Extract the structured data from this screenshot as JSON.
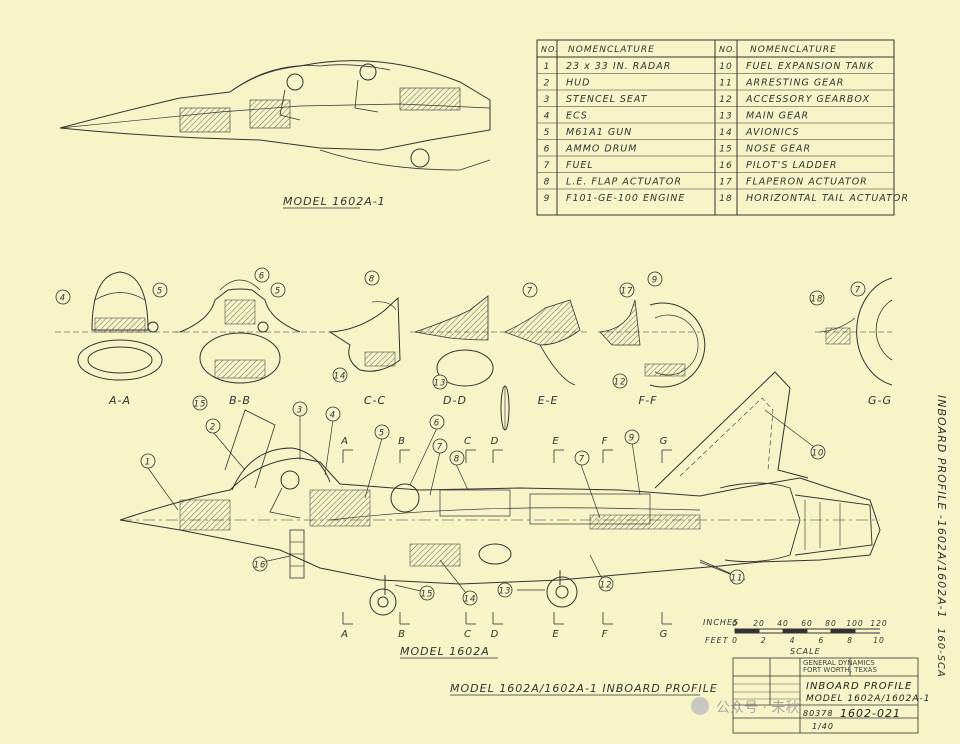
{
  "titles": {
    "model_a1": "MODEL 1602A-1",
    "model_a": "MODEL 1602A",
    "main_caption": "MODEL 1602A/1602A-1 INBOARD PROFILE",
    "side_stamp": "INBOARD PROFILE -1602A/1602A-1",
    "side_code": "160-SCA"
  },
  "legend": {
    "header_no": "NO.",
    "header_nom": "NOMENCLATURE",
    "items": [
      {
        "no": "1",
        "name": "23 x 33 IN. RADAR"
      },
      {
        "no": "2",
        "name": "HUD"
      },
      {
        "no": "3",
        "name": "STENCEL SEAT"
      },
      {
        "no": "4",
        "name": "ECS"
      },
      {
        "no": "5",
        "name": "M61A1 GUN"
      },
      {
        "no": "6",
        "name": "AMMO DRUM"
      },
      {
        "no": "7",
        "name": "FUEL"
      },
      {
        "no": "8",
        "name": "L.E. FLAP ACTUATOR"
      },
      {
        "no": "9",
        "name": "F101-GE-100 ENGINE"
      },
      {
        "no": "10",
        "name": "FUEL EXPANSION TANK"
      },
      {
        "no": "11",
        "name": "ARRESTING GEAR"
      },
      {
        "no": "12",
        "name": "ACCESSORY GEARBOX"
      },
      {
        "no": "13",
        "name": "MAIN GEAR"
      },
      {
        "no": "14",
        "name": "AVIONICS"
      },
      {
        "no": "15",
        "name": "NOSE GEAR"
      },
      {
        "no": "16",
        "name": "PILOT'S LADDER"
      },
      {
        "no": "17",
        "name": "FLAPERON ACTUATOR"
      },
      {
        "no": "18",
        "name": "HORIZONTAL TAIL ACTUATOR"
      }
    ]
  },
  "sections": [
    "A-A",
    "B-B",
    "C-C",
    "D-D",
    "E-E",
    "F-F",
    "G-G"
  ],
  "station_marks": [
    "A",
    "B",
    "C",
    "D",
    "E",
    "F",
    "G"
  ],
  "scale": {
    "inches_label": "INCHES",
    "feet_label": "FEET",
    "inches_ticks": [
      "0",
      "20",
      "40",
      "60",
      "80",
      "100",
      "120"
    ],
    "feet_ticks": [
      "0",
      "2",
      "4",
      "6",
      "8",
      "10"
    ],
    "scale_word": "SCALE"
  },
  "title_block": {
    "title1": "INBOARD PROFILE",
    "title2": "MODEL 1602A/1602A-1",
    "company": "GENERAL DYNAMICS",
    "company_city": "FORT WORTH, TEXAS",
    "code": "80378",
    "drawing_no": "1602-021",
    "scale": "1/40"
  },
  "watermark": "公众号 · 未秋"
}
